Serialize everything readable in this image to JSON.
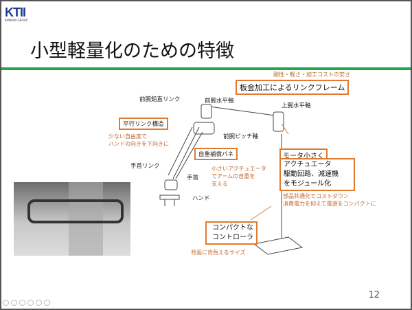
{
  "logo": {
    "text": "KTII",
    "group": "KAWADA GROUP"
  },
  "title": "小型軽量化のための特徴",
  "notes": {
    "rigidity": "剛性・軽さ・加工コストの安さ",
    "parallel": "少ない自由度で\nハンドの向きを下向きに",
    "actuator": "小さいアクチュエータ\nでアームの自重を\n支える",
    "parts": "部品共通化でコストダウン\n消費電力を抑えて電源をコンパクトに",
    "size": "背面に背負えるサイズ"
  },
  "boxes": {
    "frame": "板金加工によるリンクフレーム",
    "parallel": "平行リンク構造",
    "spring": "自重補償バネ",
    "motor": "モータ小さく",
    "module": "アクチュエータ\n駆動回路、減速機\nをモジュール化",
    "controller": "コンパクトな\nコントローラ"
  },
  "labels": {
    "vertical_link": "前腕鉛直リンク",
    "forearm_h": "前腕水平軸",
    "upper_h": "上腕水平軸",
    "pitch": "前腕ピッチ軸",
    "wrist_link": "手首リンク",
    "wrist": "手首",
    "hand": "ハンド"
  },
  "page_number": "12"
}
